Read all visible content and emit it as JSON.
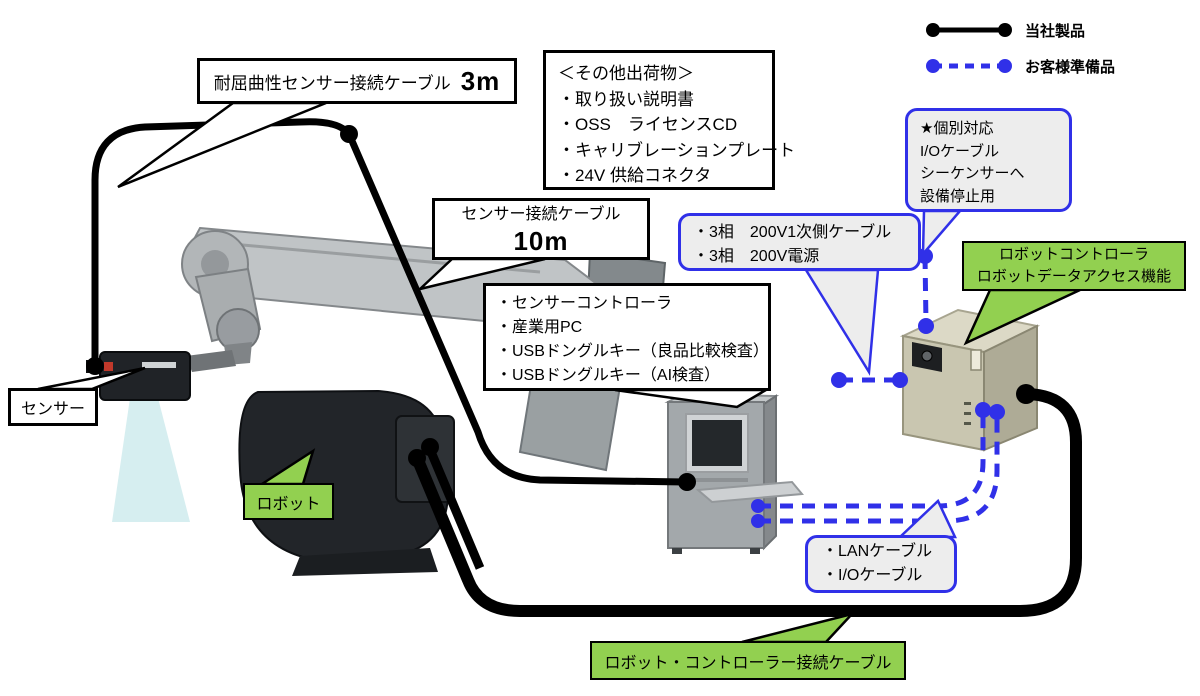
{
  "legend": {
    "items": [
      {
        "label": "当社製品",
        "style": "solid-black"
      },
      {
        "label": "お客様準備品",
        "style": "dashed-blue"
      }
    ]
  },
  "callouts": {
    "flex_cable": {
      "label": "耐屈曲性センサー接続ケーブル",
      "length": "3m"
    },
    "shipment": {
      "title": "＜その他出荷物＞",
      "items": [
        "・取り扱い説明書",
        "・OSS　ライセンスCD",
        "・キャリブレーションプレート",
        "・24V 供給コネクタ"
      ]
    },
    "individual": {
      "lines": [
        "★個別対応",
        "I/Oケーブル",
        "シーケンサーへ",
        "設備停止用"
      ]
    },
    "robot_controller": {
      "lines": [
        "ロボットコントローラ",
        "ロボットデータアクセス機能"
      ]
    },
    "power": {
      "lines": [
        "・3相　200V1次側ケーブル",
        "・3相　200V電源"
      ]
    },
    "sensor_cable": {
      "label": "センサー接続ケーブル",
      "length": "10m"
    },
    "controller_contents": {
      "lines": [
        "・センサーコントローラ",
        "・産業用PC",
        "・USBドングルキー（良品比較検査）",
        "・USBドングルキー（AI検査）"
      ]
    },
    "sensor": {
      "label": "センサー"
    },
    "robot": {
      "label": "ロボット"
    },
    "lan": {
      "lines": [
        "・LANケーブル",
        "・I/Oケーブル"
      ]
    },
    "robot_controller_cable": {
      "label": "ロボット・コントローラー接続ケーブル"
    }
  },
  "colors": {
    "accent_blue": "#3030e8",
    "callout_green": "#92d050",
    "panel_gray": "#ededed",
    "cable_black": "#000000",
    "cone_cyan": "#d2ecee"
  }
}
